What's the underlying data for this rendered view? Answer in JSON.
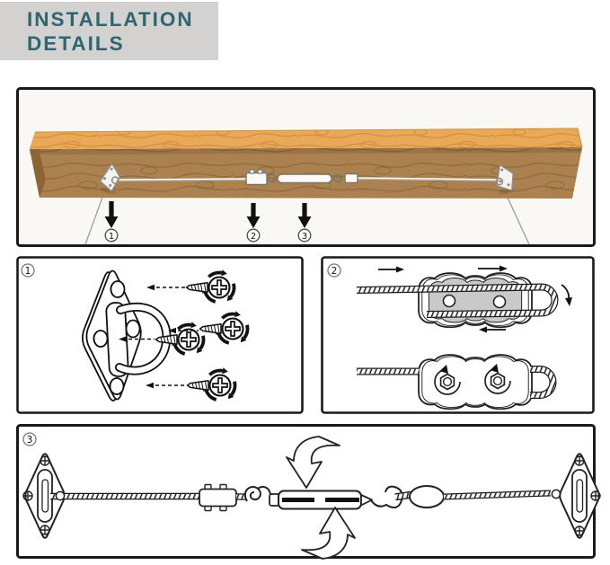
{
  "header": {
    "line1": "INSTALLATION",
    "line2": "DETAILS",
    "bg_color": "#d3d2d0",
    "text_color": "#2d6570"
  },
  "overview": {
    "step_markers": [
      "1",
      "2",
      "3"
    ]
  },
  "details": [
    {
      "label": "1"
    },
    {
      "label": "2"
    },
    {
      "label": "3"
    }
  ],
  "palette": {
    "wood_top": "#eaa958",
    "wood_front": "#ab8150",
    "wood_end": "#8e6435",
    "outline": "#1a1a1a",
    "clamp_gray": "#c9c9c9"
  }
}
